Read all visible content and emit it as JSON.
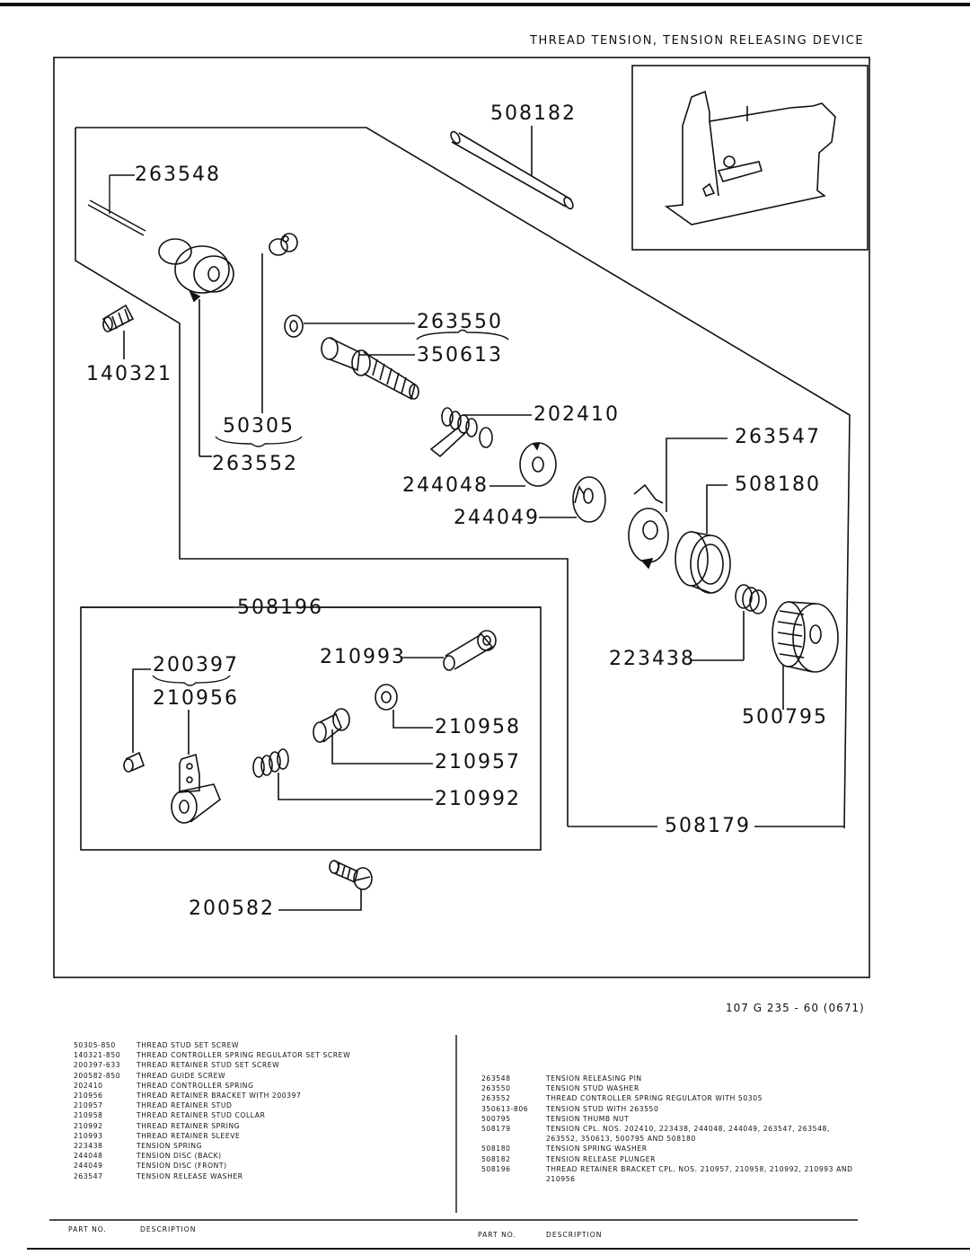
{
  "page": {
    "title": "THREAD TENSION, TENSION RELEASING DEVICE",
    "reference": "107 G 235 - 60 (0671)"
  },
  "diagram_labels": {
    "p508182": "508182",
    "p263548": "263548",
    "p263550": "263550",
    "p350613": "350613",
    "p140321": "140321",
    "p202410": "202410",
    "p50305": "50305",
    "p263552": "263552",
    "p263547": "263547",
    "p244048": "244048",
    "p508180": "508180",
    "p244049": "244049",
    "p508196": "508196",
    "p210993": "210993",
    "p223438": "223438",
    "p200397": "200397",
    "p210956": "210956",
    "p210958": "210958",
    "p500795": "500795",
    "p210957": "210957",
    "p210992": "210992",
    "p508179": "508179",
    "p200582": "200582"
  },
  "parts_left": [
    {
      "no": "50305-850",
      "desc": "THREAD STUD SET SCREW"
    },
    {
      "no": "140321-850",
      "desc": "THREAD CONTROLLER SPRING REGULATOR SET SCREW"
    },
    {
      "no": "200397-633",
      "desc": "THREAD RETAINER STUD SET SCREW"
    },
    {
      "no": "200582-850",
      "desc": "THREAD GUIDE SCREW"
    },
    {
      "no": "202410",
      "desc": "THREAD CONTROLLER SPRING"
    },
    {
      "no": "210956",
      "desc": "THREAD RETAINER BRACKET WITH 200397"
    },
    {
      "no": "210957",
      "desc": "THREAD RETAINER STUD"
    },
    {
      "no": "210958",
      "desc": "THREAD RETAINER STUD COLLAR"
    },
    {
      "no": "210992",
      "desc": "THREAD RETAINER SPRING"
    },
    {
      "no": "210993",
      "desc": "THREAD RETAINER SLEEVE"
    },
    {
      "no": "223438",
      "desc": "TENSION SPRING"
    },
    {
      "no": "244048",
      "desc": "TENSION DISC (BACK)"
    },
    {
      "no": "244049",
      "desc": "TENSION DISC (FRONT)"
    },
    {
      "no": "263547",
      "desc": "TENSION RELEASE WASHER"
    }
  ],
  "parts_right": [
    {
      "no": "263548",
      "desc": "TENSION RELEASING PIN"
    },
    {
      "no": "263550",
      "desc": "TENSION STUD WASHER"
    },
    {
      "no": "263552",
      "desc": "THREAD CONTROLLER SPRING REGULATOR WITH 50305"
    },
    {
      "no": "350613-806",
      "desc": "TENSION STUD WITH 263550"
    },
    {
      "no": "500795",
      "desc": "TENSION THUMB NUT"
    },
    {
      "no": "508179",
      "desc": "TENSION CPL. NOS. 202410, 223438, 244048, 244049, 263547, 263548, 263552, 350613, 500795 AND 508180"
    },
    {
      "no": "508180",
      "desc": "TENSION SPRING WASHER"
    },
    {
      "no": "508182",
      "desc": "TENSION RELEASE PLUNGER"
    },
    {
      "no": "508196",
      "desc": "THREAD RETAINER BRACKET CPL. NOS. 210957, 210958, 210992, 210993 AND 210956"
    }
  ],
  "footer": {
    "left_part_no": "PART NO.",
    "left_description": "DESCRIPTION",
    "right_part_no": "PART NO.",
    "right_description": "DESCRIPTION"
  }
}
